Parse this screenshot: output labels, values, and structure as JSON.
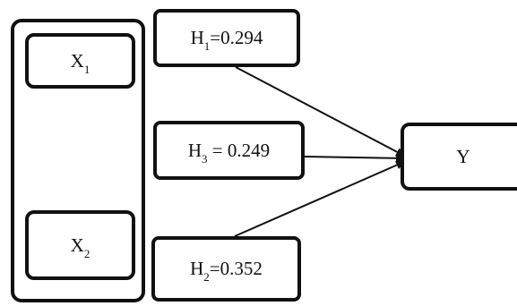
{
  "nodes": {
    "x1": {
      "base": "X",
      "sub": "1",
      "rest": ""
    },
    "x2": {
      "base": "X",
      "sub": "2",
      "rest": ""
    },
    "y": {
      "base": "Y",
      "sub": "",
      "rest": ""
    },
    "h1": {
      "base": "H",
      "sub": "1",
      "rest": "=0.294"
    },
    "h3": {
      "base": "H",
      "sub": "3",
      "rest": " = 0.249"
    },
    "h2": {
      "base": "H",
      "sub": "2",
      "rest": "=0.352"
    }
  },
  "colors": {
    "stroke": "#111111",
    "background": "#ffffff"
  }
}
